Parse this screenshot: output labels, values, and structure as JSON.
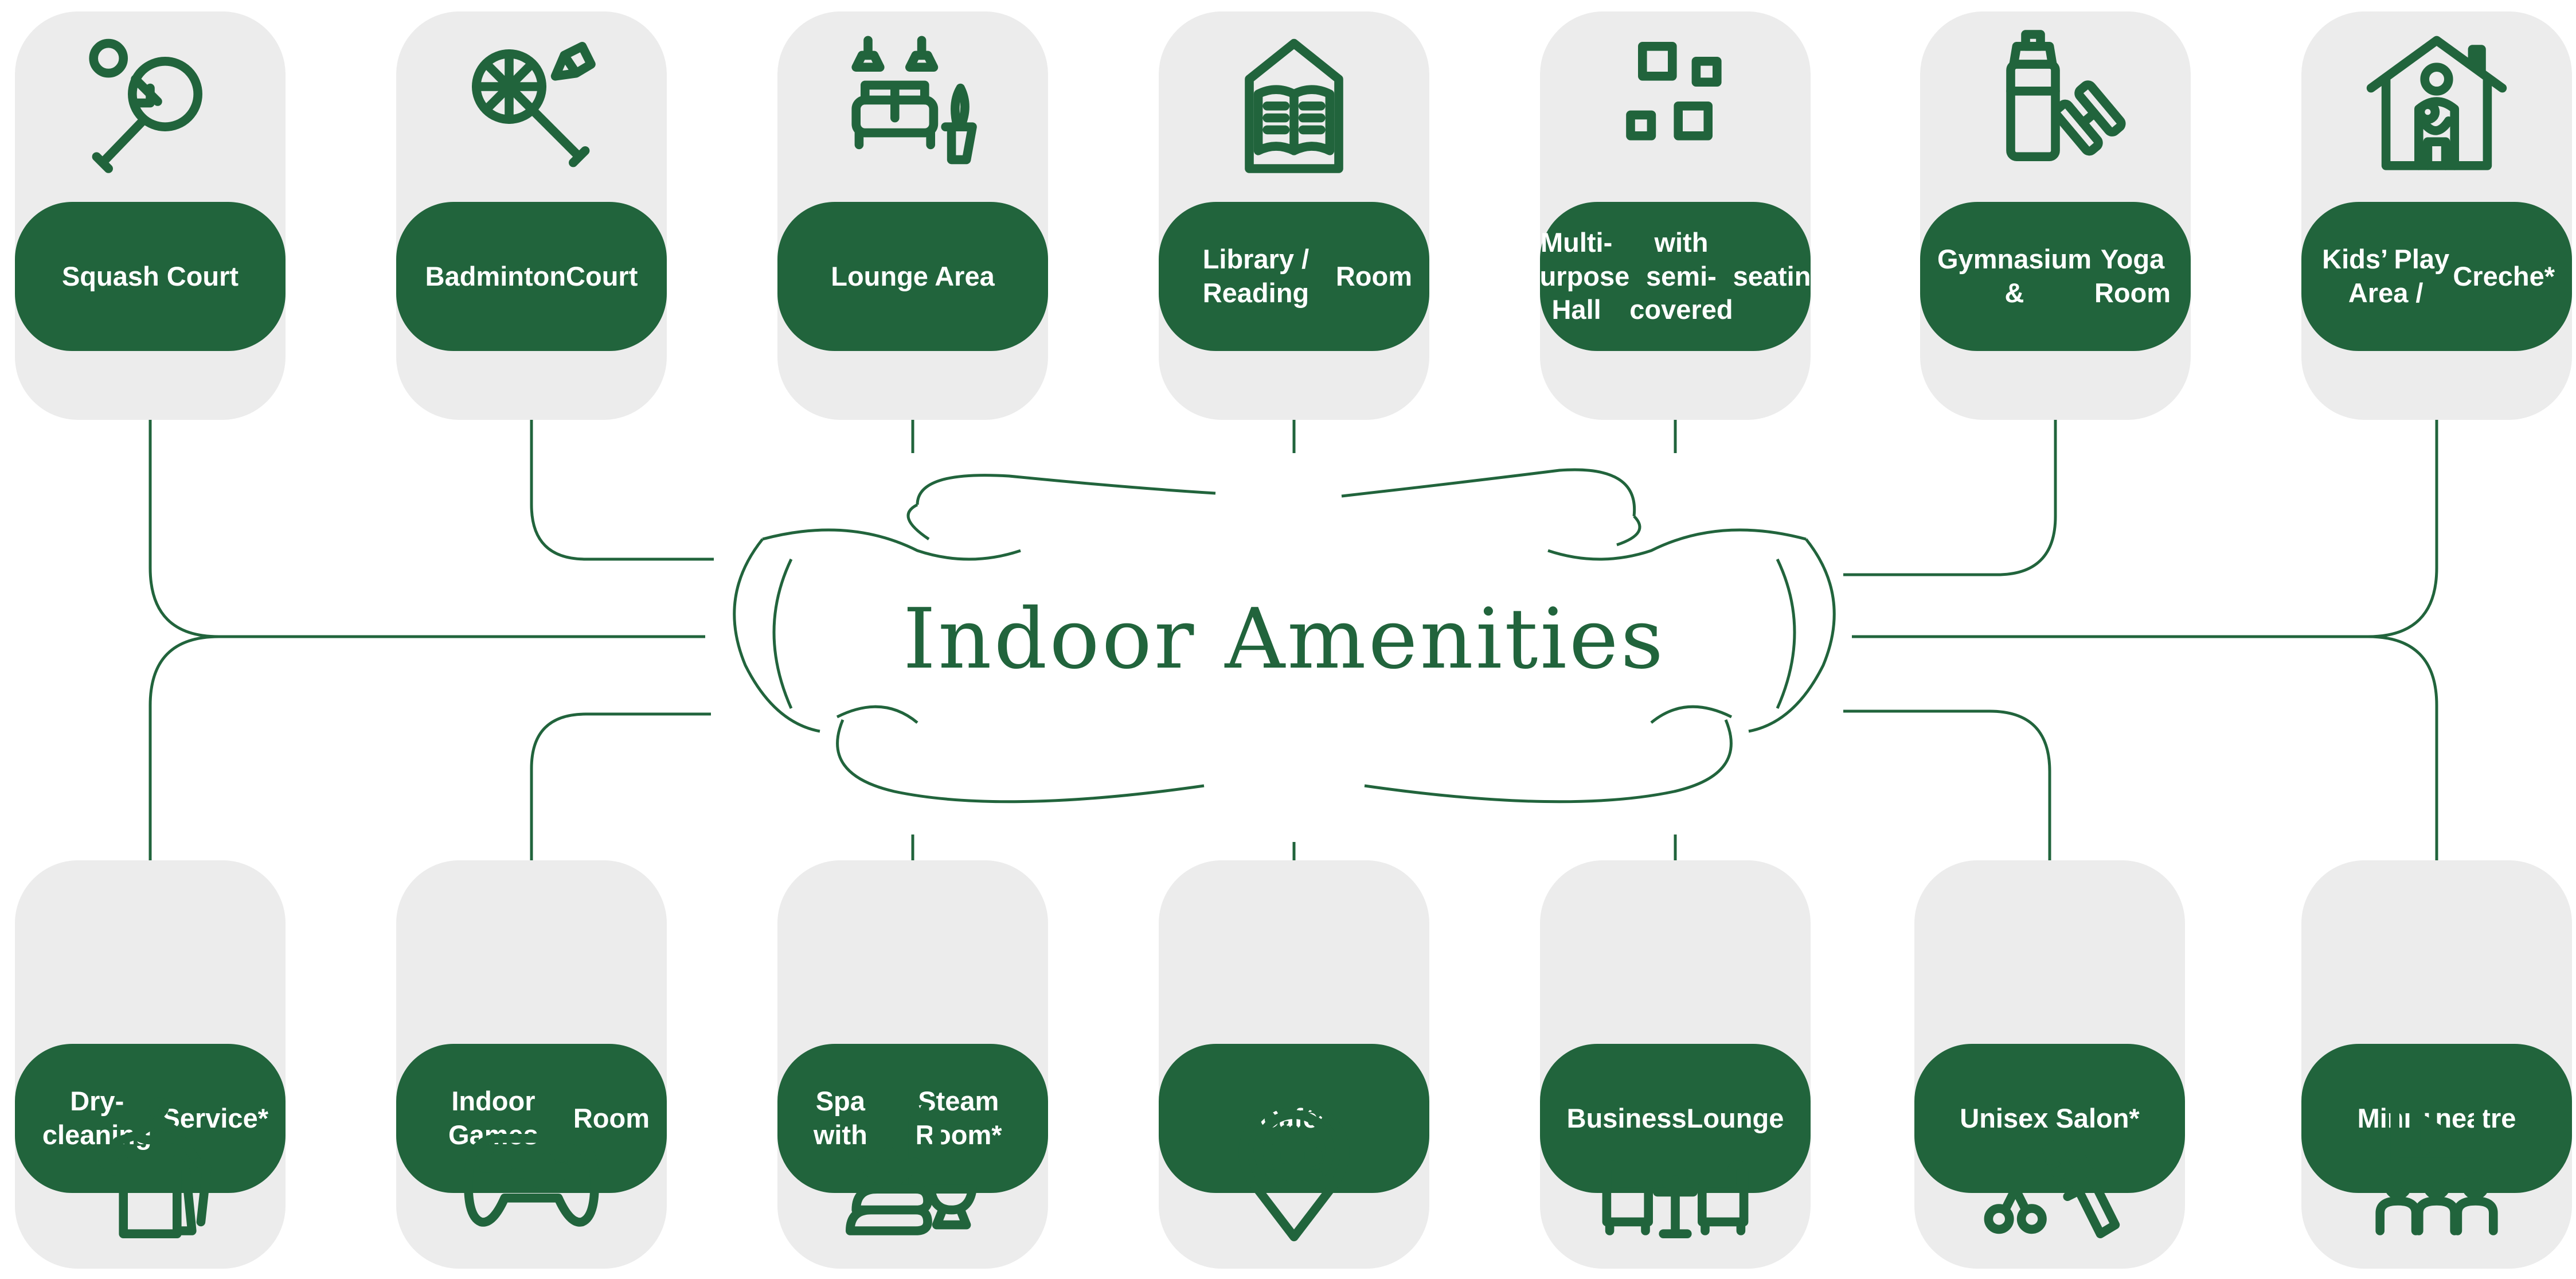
{
  "title": "Indoor Amenities",
  "colors": {
    "primary": "#21643c",
    "card": "#ececec",
    "text_on_primary": "#ffffff"
  },
  "top": [
    {
      "lines": [
        "Squash Court"
      ],
      "icon": "squash-racket-icon"
    },
    {
      "lines": [
        "Badminton",
        "Court"
      ],
      "icon": "badminton-racket-icon"
    },
    {
      "lines": [
        "Lounge Area"
      ],
      "icon": "lounge-sofa-icon"
    },
    {
      "lines": [
        "Library / Reading",
        "Room"
      ],
      "icon": "open-book-icon"
    },
    {
      "lines": [
        "Multi-purpose Hall",
        "with semi-covered",
        "seating"
      ],
      "icon": "squares-icon"
    },
    {
      "lines": [
        "Gymnasium &",
        "Yoga Room"
      ],
      "icon": "bottle-dumbbell-icon"
    },
    {
      "lines": [
        "Kids’ Play Area /",
        "Creche*"
      ],
      "icon": "house-parent-child-icon"
    }
  ],
  "bottom": [
    {
      "lines": [
        "Dry-cleaning",
        "Service*"
      ],
      "icon": "shirts-hanger-icon"
    },
    {
      "lines": [
        "Indoor Games",
        "Room"
      ],
      "icon": "gamepad-icon"
    },
    {
      "lines": [
        "Spa with",
        "Steam Room*"
      ],
      "icon": "spa-candle-icon"
    },
    {
      "lines": [
        "Café*"
      ],
      "icon": "coffee-pin-icon"
    },
    {
      "lines": [
        "Business",
        "Lounge"
      ],
      "icon": "armchairs-table-icon"
    },
    {
      "lines": [
        "Unisex Salon*"
      ],
      "icon": "scissors-comb-icon"
    },
    {
      "lines": [
        "Mini Theatre"
      ],
      "icon": "screen-audience-icon"
    }
  ]
}
